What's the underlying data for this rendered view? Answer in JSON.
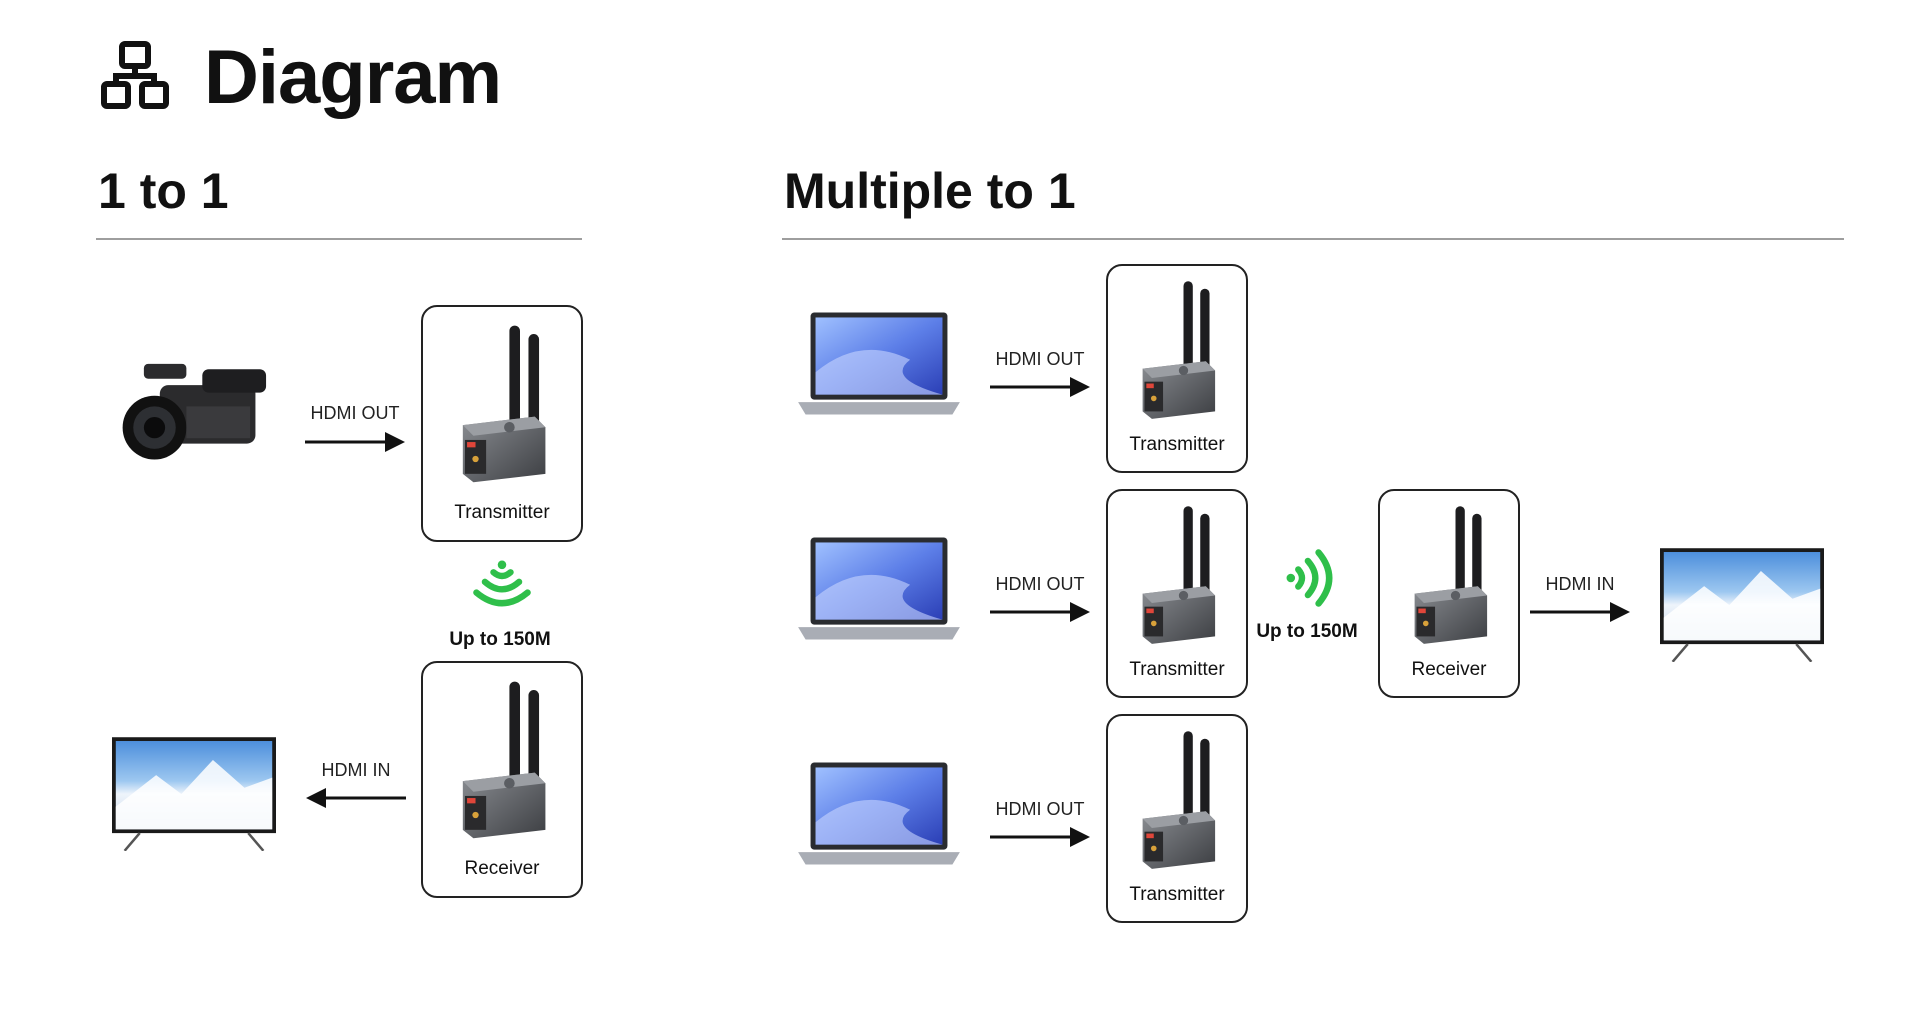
{
  "header": {
    "title": "Diagram",
    "icon": "diagram-icon"
  },
  "one_to_one": {
    "title": "1 to 1",
    "source_label": "HDMI OUT",
    "transmitter_label": "Transmitter",
    "range_label": "Up to 150M",
    "receiver_label": "Receiver",
    "display_label": "HDMI IN"
  },
  "multiple_to_one": {
    "title": "Multiple to 1",
    "rows": [
      {
        "hdmi_label": "HDMI OUT",
        "transmitter_label": "Transmitter"
      },
      {
        "hdmi_label": "HDMI OUT",
        "transmitter_label": "Transmitter"
      },
      {
        "hdmi_label": "HDMI OUT",
        "transmitter_label": "Transmitter"
      }
    ],
    "range_label": "Up to 150M",
    "receiver_label": "Receiver",
    "display_label": "HDMI IN"
  },
  "colors": {
    "wifi": "#2fbf4a",
    "accent": "#e0463a"
  }
}
